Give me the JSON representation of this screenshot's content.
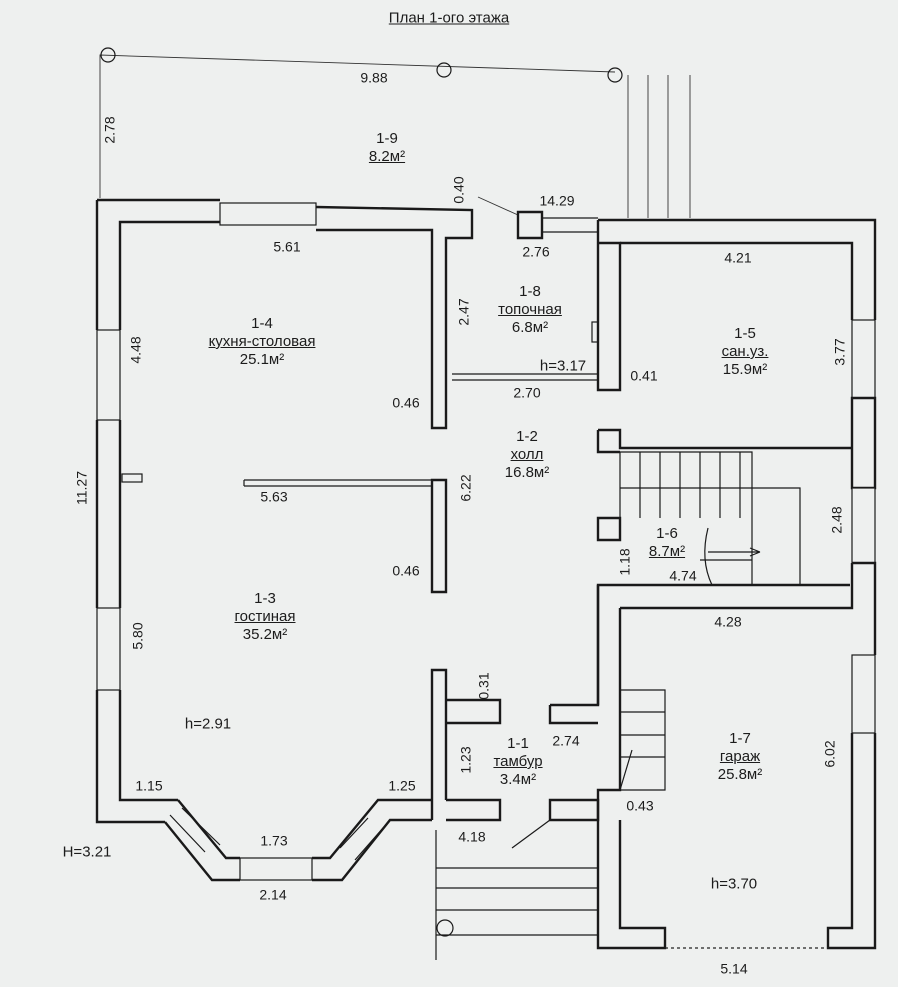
{
  "title": "План 1-ого этажа",
  "rooms": {
    "r19": {
      "code": "1-9",
      "name": "",
      "area": "8.2м²"
    },
    "r18": {
      "code": "1-8",
      "name": "топочная",
      "area": "6.8м²"
    },
    "r14": {
      "code": "1-4",
      "name": "кухня-столовая",
      "area": "25.1м²"
    },
    "r15": {
      "code": "1-5",
      "name": "сан.уз.",
      "area": "15.9м²"
    },
    "r12": {
      "code": "1-2",
      "name": "холл",
      "area": "16.8м²"
    },
    "r16": {
      "code": "1-6",
      "name": "",
      "area": "8.7м²"
    },
    "r13": {
      "code": "1-3",
      "name": "гостиная",
      "area": "35.2м²"
    },
    "r11": {
      "code": "1-1",
      "name": "тамбур",
      "area": "3.4м²"
    },
    "r17": {
      "code": "1-7",
      "name": "гараж",
      "area": "25.8м²"
    }
  },
  "heights": {
    "h_boiler": "h=3.17",
    "h_living": "h=2.91",
    "h_garage": "h=3.70",
    "h_total": "H=3.21"
  },
  "dimensions": {
    "d_988": "9.88",
    "d_278": "2.78",
    "d_040": "0.40",
    "d_1429": "14.29",
    "d_276": "2.76",
    "d_561": "5.61",
    "d_421": "4.21",
    "d_247": "2.47",
    "d_448": "4.48",
    "d_377": "3.77",
    "d_317_041": "0.41",
    "d_270": "2.70",
    "d_046_a": "0.46",
    "d_1127": "11.27",
    "d_563": "5.63",
    "d_622": "6.22",
    "d_248": "2.48",
    "d_118": "1.18",
    "d_474": "4.74",
    "d_046_b": "0.46",
    "d_428": "4.28",
    "d_580": "5.80",
    "d_031": "0.31",
    "d_274": "2.74",
    "d_123": "1.23",
    "d_602": "6.02",
    "d_115": "1.15",
    "d_125": "1.25",
    "d_043": "0.43",
    "d_173": "1.73",
    "d_418": "4.18",
    "d_214": "2.14",
    "d_514": "5.14"
  }
}
